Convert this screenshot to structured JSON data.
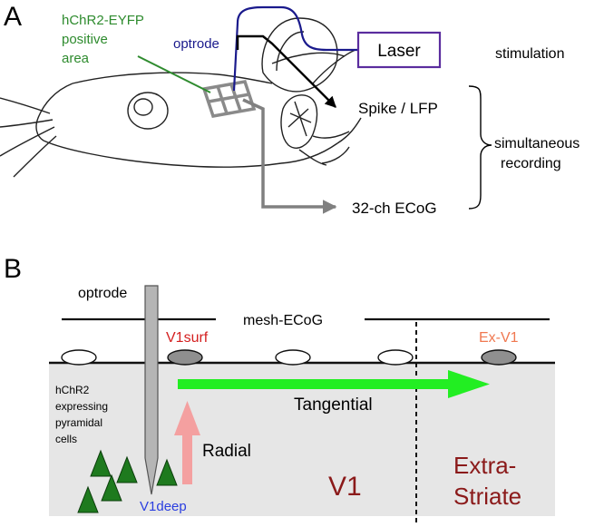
{
  "panel_a": {
    "label": "A",
    "hchr2_label_line1": "hChR2-EYFP",
    "hchr2_label_line2": "positive",
    "hchr2_label_line3": "area",
    "optrode_label": "optrode",
    "laser_label": "Laser",
    "stimulation_label": "stimulation",
    "spike_lfp_label": "Spike / LFP",
    "simultaneous_label_line1": "simultaneous",
    "simultaneous_label_line2": "recording",
    "ecog_label": "32-ch ECoG"
  },
  "panel_b": {
    "label": "B",
    "optrode_label": "optrode",
    "mesh_ecog_label": "mesh-ECoG",
    "v1surf_label": "V1surf",
    "exv1_label": "Ex-V1",
    "tangential_label": "Tangential",
    "radial_label": "Radial",
    "hchr2_label_line1": "hChR2",
    "hchr2_label_line2": "expressing",
    "hchr2_label_line3": "pyramidal",
    "hchr2_label_line4": "cells",
    "v1deep_label": "V1deep",
    "v1_label": "V1",
    "extra_label_line1": "Extra-",
    "extra_label_line2": "Striate"
  },
  "colors": {
    "green_label": "#2e8b2e",
    "optrode_blue": "#1a1a8c",
    "laser_purple": "#5b2d9e",
    "v1surf_red": "#d42020",
    "exv1_orange": "#f07850",
    "v1deep_blue": "#2a3ee0",
    "dark_red": "#8b1a1a",
    "tangential_green": "#22ee22",
    "radial_pink": "#f4a0a0",
    "cortex_gray": "#e6e6e6"
  }
}
